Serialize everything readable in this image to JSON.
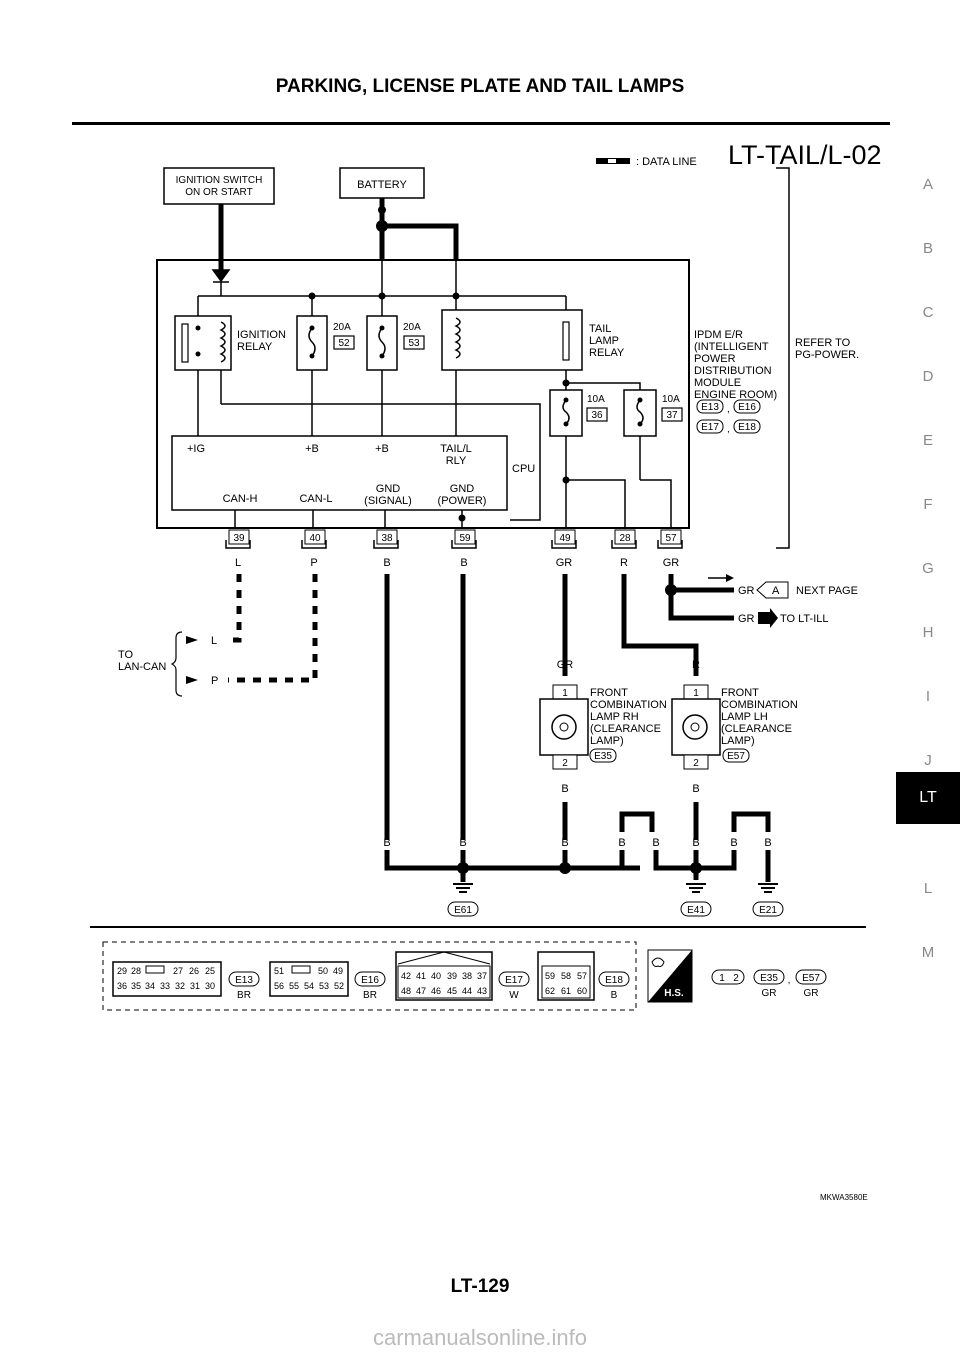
{
  "header": {
    "title": "PARKING, LICENSE PLATE AND TAIL LAMPS"
  },
  "diagram_id": "LT-TAIL/L-02",
  "side_tabs": [
    "A",
    "B",
    "C",
    "D",
    "E",
    "F",
    "G",
    "H",
    "I",
    "J",
    "LT",
    "L",
    "M"
  ],
  "active_tab": "LT",
  "legend": {
    "data_line": ": DATA LINE"
  },
  "boxes": {
    "ignition": [
      "IGNITION SWITCH",
      "ON OR START"
    ],
    "battery": "BATTERY"
  },
  "ipdm": {
    "ignition_relay": [
      "IGNITION",
      "RELAY"
    ],
    "tail_relay": [
      "TAIL",
      "LAMP",
      "RELAY"
    ],
    "name": [
      "IPDM E/R",
      "(INTELLIGENT",
      "POWER",
      "DISTRIBUTION",
      "MODULE",
      "ENGINE ROOM)"
    ],
    "connectors": [
      "E13",
      "E16",
      "E17",
      "E18"
    ],
    "fuses": [
      {
        "amp": "20A",
        "num": "52"
      },
      {
        "amp": "20A",
        "num": "53"
      },
      {
        "amp": "10A",
        "num": "36"
      },
      {
        "amp": "10A",
        "num": "37"
      }
    ],
    "cpu_top": [
      "+IG",
      "+B",
      "+B",
      "TAIL/L",
      "RLY"
    ],
    "cpu_label": "CPU",
    "cpu_bottom": [
      "CAN-H",
      "CAN-L",
      "GND",
      "(SIGNAL)",
      "GND",
      "(POWER)"
    ],
    "pins": [
      "39",
      "40",
      "38",
      "59",
      "49",
      "28",
      "57"
    ],
    "pin_colors": [
      "L",
      "P",
      "B",
      "B",
      "GR",
      "R",
      "GR"
    ]
  },
  "refer_to": [
    "REFER TO",
    "PG-POWER."
  ],
  "next_page": {
    "color": "GR",
    "flag": "A",
    "text": "NEXT PAGE"
  },
  "to_lt_ill": {
    "color": "GR",
    "text": "TO LT-ILL"
  },
  "lan_can": {
    "label": [
      "TO",
      "LAN-CAN"
    ],
    "wires": [
      "L",
      "P"
    ]
  },
  "lamp_rh": {
    "lines": [
      "FRONT",
      "COMBINATION",
      "LAMP RH",
      "(CLEARANCE",
      "LAMP)"
    ],
    "conn": "E35",
    "in_color": "GR",
    "out_color": "B",
    "pin1": "1",
    "pin2": "2"
  },
  "lamp_lh": {
    "lines": [
      "FRONT",
      "COMBINATION",
      "LAMP LH",
      "(CLEARANCE",
      "LAMP)"
    ],
    "conn": "E57",
    "in_color": "R",
    "out_color": "B",
    "pin1": "1",
    "pin2": "2"
  },
  "ground_wire_labels": [
    "B",
    "B",
    "B",
    "B",
    "B",
    "B",
    "B",
    "B"
  ],
  "grounds": [
    "E61",
    "E41",
    "E21"
  ],
  "connector_views": [
    {
      "id": "E13",
      "color": "BR",
      "top": [
        "29",
        "28",
        "27",
        "26",
        "25"
      ],
      "bottom": [
        "36",
        "35",
        "34",
        "33",
        "32",
        "31",
        "30"
      ]
    },
    {
      "id": "E16",
      "color": "BR",
      "top": [
        "51",
        "50",
        "49"
      ],
      "bottom": [
        "56",
        "55",
        "54",
        "53",
        "52"
      ]
    },
    {
      "id": "E17",
      "color": "W",
      "top": [
        "42",
        "41",
        "40",
        "39",
        "38",
        "37"
      ],
      "bottom": [
        "48",
        "47",
        "46",
        "45",
        "44",
        "43"
      ]
    },
    {
      "id": "E18",
      "color": "B",
      "top": [
        "59",
        "58",
        "57"
      ],
      "bottom": [
        "62",
        "61",
        "60"
      ]
    }
  ],
  "hs": {
    "badge": "H.S.",
    "pins": [
      "1",
      "2"
    ],
    "conns": [
      "E35",
      "E57"
    ],
    "colors": [
      "GR",
      "GR"
    ]
  },
  "ref_code": "MKWA3580E",
  "page_number": "LT-129",
  "watermark": "carmanualsonline.info"
}
